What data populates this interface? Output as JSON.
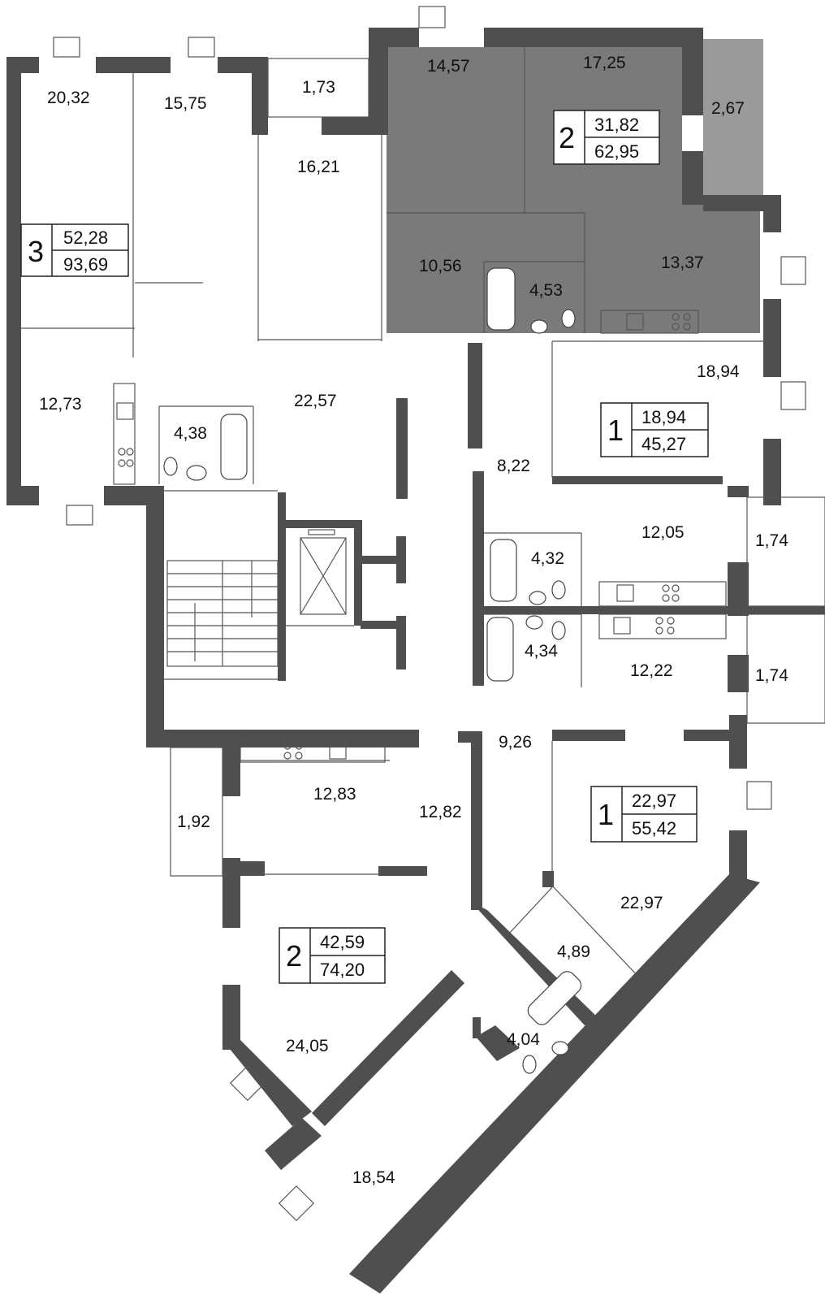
{
  "plan": {
    "highlight_color": "#7a7a7a",
    "wall_color": "#4f4f4f",
    "apartments": [
      {
        "rooms": "3",
        "living": "52,28",
        "total": "93,69"
      },
      {
        "rooms": "2",
        "living": "31,82",
        "total": "62,95"
      },
      {
        "rooms": "1",
        "living": "18,94",
        "total": "45,27"
      },
      {
        "rooms": "1",
        "living": "22,97",
        "total": "55,42"
      },
      {
        "rooms": "2",
        "living": "42,59",
        "total": "74,20"
      }
    ],
    "room_labels": [
      "20,32",
      "15,75",
      "1,73",
      "16,21",
      "14,57",
      "17,25",
      "2,67",
      "10,56",
      "4,53",
      "13,37",
      "12,73",
      "4,38",
      "22,57",
      "18,94",
      "8,22",
      "12,05",
      "1,74",
      "4,32",
      "4,34",
      "12,22",
      "1,74",
      "9,26",
      "12,83",
      "12,82",
      "1,92",
      "22,97",
      "4,89",
      "24,05",
      "4,04",
      "18,54"
    ]
  }
}
